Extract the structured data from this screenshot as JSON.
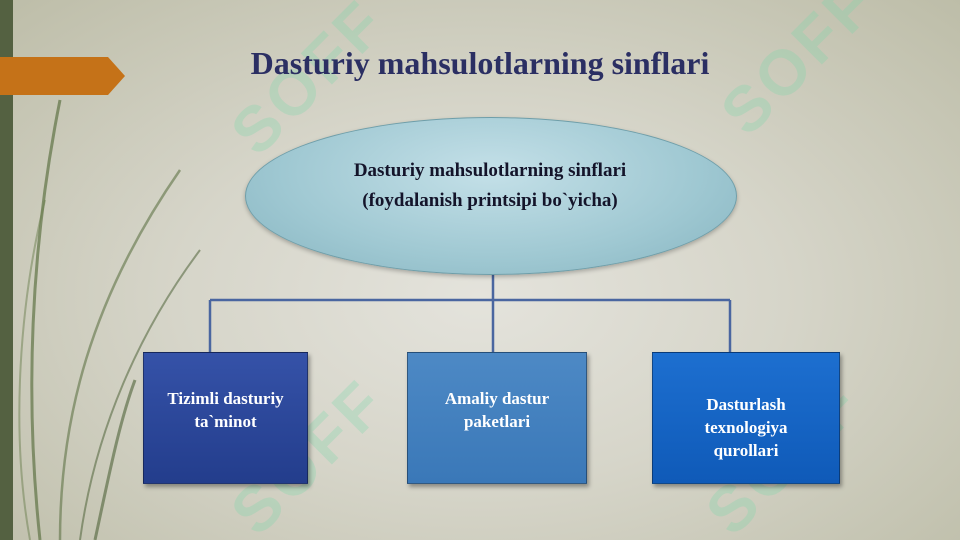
{
  "slide": {
    "title": "Dasturiy mahsulotlarning sinflari",
    "watermark": "SOFF"
  },
  "diagram": {
    "root": {
      "line1": "Dasturiy mahsulotlarning sinflari",
      "line2": "(foydalanish printsipi bo`yicha)"
    },
    "children": [
      {
        "line1": "Tizimli dasturiy",
        "line2": "ta`minot"
      },
      {
        "line1": "Amaliy dastur",
        "line2": "paketlari"
      },
      {
        "line1": "Dasturlash",
        "line2": "texnologiya",
        "line3": "qurollari"
      }
    ]
  },
  "colors": {
    "title": "#2b2f63",
    "left_bar": "#546141",
    "arrow": "#c57218",
    "connector": "#4a66a0",
    "box1": "#2d4a9c",
    "box2": "#4784c2",
    "box3": "#1766c8"
  }
}
